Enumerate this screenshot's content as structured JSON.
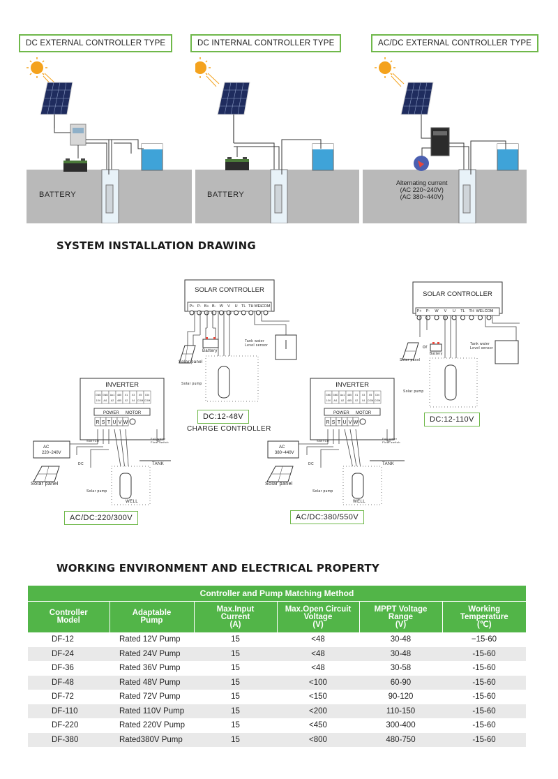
{
  "top_types": [
    {
      "label": "DC EXTERNAL CONTROLLER TYPE",
      "ground_label": "BATTERY"
    },
    {
      "label": "DC INTERNAL CONTROLLER TYPE",
      "ground_label": "BATTERY"
    },
    {
      "label": "AC/DC EXTERNAL CONTROLLER TYPE",
      "ac_lines": [
        "Alternating current",
        "(AC  220~240V)",
        "(AC  380~440V)"
      ]
    }
  ],
  "installation": {
    "title": "SYSTEM INSTALLATION DRAWING",
    "controller_title": "SOLAR CONTROLLER",
    "controller_terminals_left": [
      "P+",
      "P-",
      "B+",
      "B-",
      "W",
      "V",
      "U",
      "TL",
      "TH",
      "WEL",
      "COM"
    ],
    "controller_terminals_right": [
      "P+",
      "P-",
      "W",
      "V",
      "U",
      "TL",
      "TH",
      "WEL",
      "COM"
    ],
    "inverter_title": "INVERTER",
    "inverter_top_row": [
      "GND",
      "GND",
      "Ao1",
      "485",
      "X1",
      "X3",
      "X5",
      "DI4"
    ],
    "inverter_mid_row": [
      "10V",
      "Ai1",
      "A2",
      "485",
      "X2",
      "X4",
      "COM",
      "COM"
    ],
    "inverter_power": "POWER",
    "inverter_motor": "MOTOR",
    "inverter_terminals": [
      "R",
      "S",
      "T",
      "U",
      "V",
      "W"
    ],
    "small_labels": {
      "battery": "Battery",
      "solar_panel": "Solar panel",
      "solar_pump": "Solar pump",
      "tank_water": "Tank water",
      "level_sensor": "Level sensor",
      "full_water": "Full water",
      "float_switch": "Float switch",
      "tank": "TANK",
      "well": "WELL",
      "or": "or",
      "switch": "SWITCH",
      "dc": "DC",
      "ac_1": "AC",
      "ac_220": "220~240V",
      "ac_380": "380~440V"
    },
    "voltage_labels": {
      "charge": "DC:12-48V",
      "charge_caption": "CHARGE CONTROLLER",
      "dc110": "DC:12-110V",
      "ac220": "AC/DC:220/300V",
      "ac380": "AC/DC:380/550V"
    }
  },
  "electrical": {
    "title": "WORKING ENVIRONMENT AND ELECTRICAL PROPERTY",
    "table_title": "Controller and Pump Matching Method",
    "headers": [
      [
        "Controller",
        "Model"
      ],
      [
        "Adaptable",
        "Pump"
      ],
      [
        "Max.Input",
        "Current",
        "(A)"
      ],
      [
        "Max.Open Circuit",
        "Voltage",
        "(V)"
      ],
      [
        "MPPT Voltage",
        "Range",
        "(V)"
      ],
      [
        "Working",
        "Temperature",
        "(℃)"
      ]
    ],
    "rows": [
      [
        "DF-12",
        "Rated 12V Pump",
        "15",
        "<48",
        "30-48",
        "−15-60"
      ],
      [
        "DF-24",
        "Rated 24V Pump",
        "15",
        "<48",
        "30-48",
        "-15-60"
      ],
      [
        "DF-36",
        "Rated 36V Pump",
        "15",
        "<48",
        "30-58",
        "-15-60"
      ],
      [
        "DF-48",
        "Rated 48V Pump",
        "15",
        "<100",
        "60-90",
        "-15-60"
      ],
      [
        "DF-72",
        "Rated 72V Pump",
        "15",
        "<150",
        "90-120",
        "-15-60"
      ],
      [
        "DF-110",
        "Rated 110V Pump",
        "15",
        "<200",
        "110-150",
        "-15-60"
      ],
      [
        "DF-220",
        "Rated 220V Pump",
        "15",
        "<450",
        "300-400",
        "-15-60"
      ],
      [
        "DF-380",
        "Rated380V Pump",
        "15",
        "<800",
        "480-750",
        "-15-60"
      ]
    ]
  },
  "colors": {
    "accent_green": "#52b548",
    "border_green": "#6fb84a",
    "ground_grey": "#b9b9b9",
    "water_blue": "#3fa3d8",
    "sun_orange": "#f4a21d"
  }
}
